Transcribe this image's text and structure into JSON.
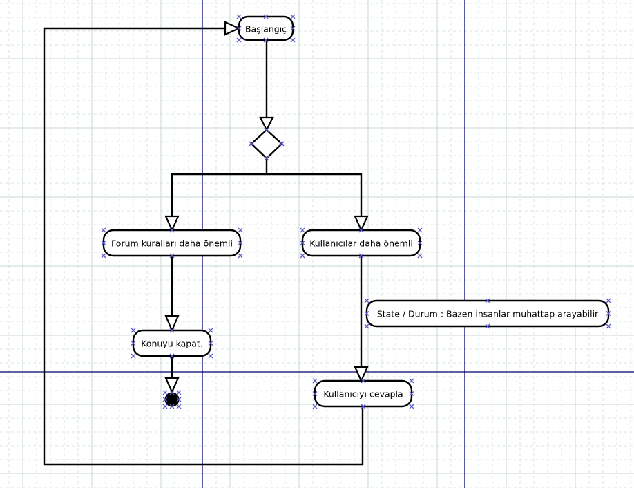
{
  "diagram": {
    "nodes": {
      "start": {
        "label": "Başlangıç"
      },
      "forum_rules": {
        "label": "Forum kuralları daha önemli"
      },
      "users": {
        "label": "Kullanıcılar daha önemli"
      },
      "state_note": {
        "label": "State / Durum : Bazen insanlar muhattap arayabilir"
      },
      "close_topic": {
        "label": "Konuyu kapat."
      },
      "reply_user": {
        "label": "Kullanıcıyı cevapla"
      }
    },
    "colors": {
      "shape_stroke": "#000000",
      "shape_fill": "#ffffff",
      "connector": "#000000",
      "grid_minor": "#d8e3e3",
      "grid_major": "#c9d8d6",
      "page_boundary": "#000070",
      "connection_point": "#5a5ac8"
    }
  }
}
